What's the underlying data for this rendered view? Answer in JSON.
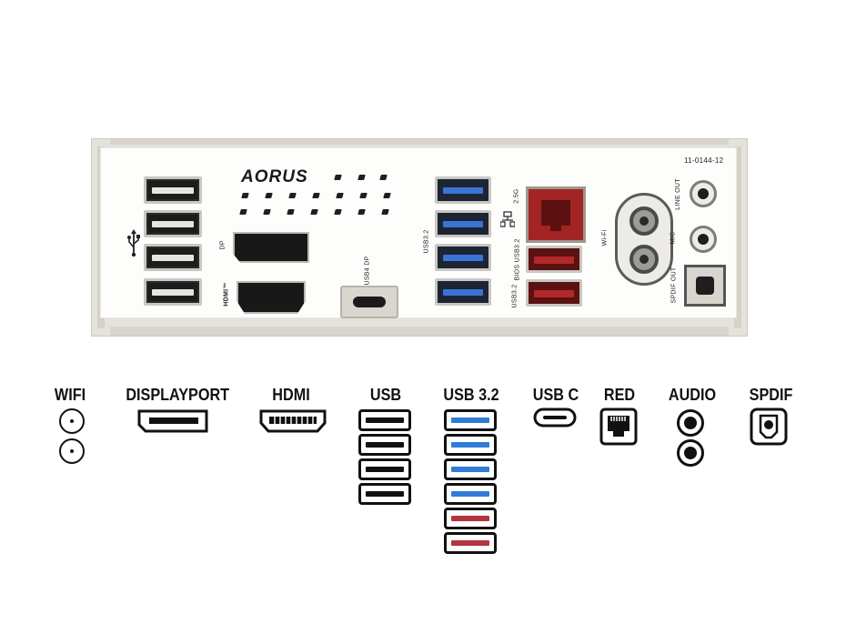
{
  "board": {
    "brand_logo": "AORUS",
    "part_number": "11-0144-12",
    "labels": {
      "usb32_left": "USB3.2",
      "dp": "DP",
      "hdmi": "HDMI™",
      "usb4_dp": "USB4 DP",
      "lan_25g": "2.5G",
      "bios_usb32": "BIOS USB3.2",
      "usb32_red": "USB3.2",
      "wifi": "Wi-Fi",
      "line_out": "LINE OUT",
      "mic": "MIC",
      "spdif_out": "SPDIF OUT"
    }
  },
  "legend": [
    {
      "id": "wifi",
      "title": "WIFI"
    },
    {
      "id": "displayport",
      "title": "DISPLAYPORT"
    },
    {
      "id": "hdmi",
      "title": "HDMI"
    },
    {
      "id": "usb",
      "title": "USB"
    },
    {
      "id": "usb32",
      "title": "USB 3.2"
    },
    {
      "id": "usbc",
      "title": "USB C"
    },
    {
      "id": "red",
      "title": "RED"
    },
    {
      "id": "audio",
      "title": "AUDIO"
    },
    {
      "id": "spdif",
      "title": "SPDIF"
    }
  ],
  "colors": {
    "usb_blue": "#2f7bd6",
    "usb_red": "#b3343e",
    "lan_red": "#a32424",
    "plate": "#fdfdfc"
  },
  "icons": [
    "usb-trident-icon",
    "wifi-antenna-icon",
    "displayport-icon",
    "hdmi-icon",
    "usb-a-icon",
    "usb-c-icon",
    "ethernet-icon",
    "audio-jack-icon",
    "spdif-icon"
  ]
}
